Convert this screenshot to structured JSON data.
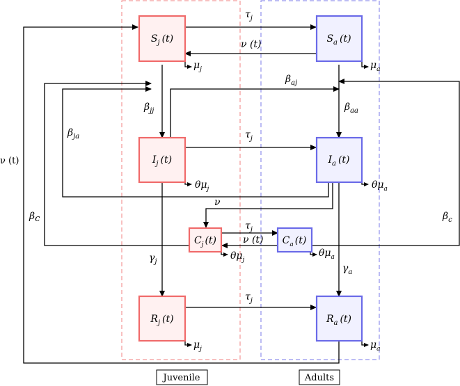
{
  "compartments": {
    "juvenile": {
      "susceptible": {
        "base": "S",
        "sub": "j",
        "arg": "(t)"
      },
      "infected": {
        "base": "I",
        "sub": "j",
        "arg": "(t)"
      },
      "carrier": {
        "base": "C",
        "sub": "j",
        "arg": "(t)"
      },
      "recovered": {
        "base": "R",
        "sub": "j",
        "arg": "(t)"
      }
    },
    "adult": {
      "susceptible": {
        "base": "S",
        "sub": "a",
        "arg": "(t)"
      },
      "infected": {
        "base": "I",
        "sub": "a",
        "arg": "(t)"
      },
      "carrier": {
        "base": "C",
        "sub": "a",
        "arg": "(t)"
      },
      "recovered": {
        "base": "R",
        "sub": "a",
        "arg": "(t)"
      }
    }
  },
  "rates": {
    "tau_1": {
      "base": "τ",
      "sub": "j"
    },
    "tau_2": {
      "base": "τ",
      "sub": "j"
    },
    "tau_3": {
      "base": "τ",
      "sub": "j"
    },
    "tau_4": {
      "base": "τ",
      "sub": "j"
    },
    "nu_t_top": "ν (t)",
    "nu_t_carrier": "ν (t)",
    "nu_t_left": "ν (t)",
    "nu_plain": "ν",
    "mu_sj": {
      "base": "μ",
      "sub": "j"
    },
    "mu_sa": {
      "base": "μ",
      "sub": "a"
    },
    "mu_rj": {
      "base": "μ",
      "sub": "j"
    },
    "mu_ra": {
      "base": "μ",
      "sub": "a"
    },
    "theta_mu_ij": {
      "base": "θμ",
      "sub": "j"
    },
    "theta_mu_ia": {
      "base": "θμ",
      "sub": "a"
    },
    "theta_mu_cj": {
      "base": "θμ",
      "sub": "j"
    },
    "theta_mu_ca": {
      "base": "θμ",
      "sub": "a"
    },
    "beta_jj": {
      "base": "β",
      "sub": "jj"
    },
    "beta_aa": {
      "base": "β",
      "sub": "aa"
    },
    "beta_aj": {
      "base": "β",
      "sub": "aj"
    },
    "beta_ja": {
      "base": "β",
      "sub": "ja"
    },
    "beta_c_left": {
      "base": "β",
      "sub": "c"
    },
    "beta_c_right": {
      "base": "β",
      "sub": "c"
    },
    "gamma_j": {
      "base": "γ",
      "sub": "j"
    },
    "gamma_a": {
      "base": "γ",
      "sub": "a"
    }
  },
  "captions": {
    "juvenile": "Juvenile",
    "adults": "Adults"
  },
  "colors": {
    "juvenile_border": "#f06a6a",
    "adult_border": "#6a6ae8"
  }
}
